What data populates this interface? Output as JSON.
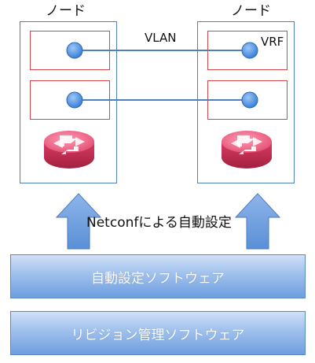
{
  "nodes": {
    "left_title": "ノード",
    "right_title": "ノード"
  },
  "links": {
    "vlan_label": "VLAN",
    "vrf_label": "VRF"
  },
  "arrows": {
    "caption": "Netconfによる自動設定"
  },
  "bars": {
    "top": "自動設定ソフトウェア",
    "bottom": "リビジョン管理ソフトウェア"
  },
  "colors": {
    "node_border": "#4f81bd",
    "vrf_border": "#d9464a",
    "dot_fill": "#4a90e2",
    "router": "#e9557a"
  }
}
